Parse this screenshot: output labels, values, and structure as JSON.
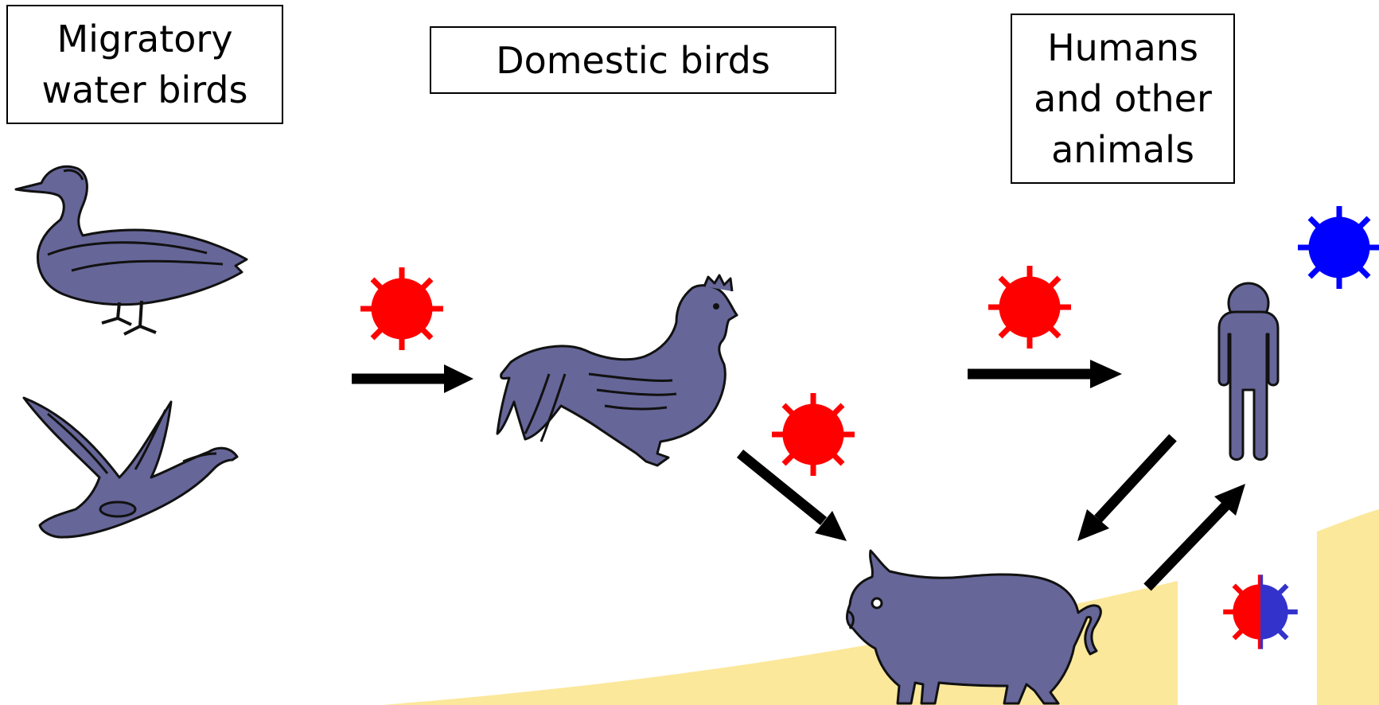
{
  "labels": {
    "migratory": "Migratory\nwater birds",
    "domestic": "Domestic birds",
    "humans": "Humans\nand other\nanimals"
  },
  "icons": [
    "duck-standing-icon",
    "duck-flying-icon",
    "rooster-icon",
    "pig-icon",
    "human-icon",
    "red-virus-icon",
    "blue-virus-icon",
    "reassortant-virus-icon"
  ],
  "colors": {
    "animal_fill": "#666699",
    "virus_red": "#ff0000",
    "virus_blue": "#0000ff",
    "virus_mixed_blue": "#3333cc",
    "arrow": "#000000",
    "background_band": "#fbe89a"
  }
}
